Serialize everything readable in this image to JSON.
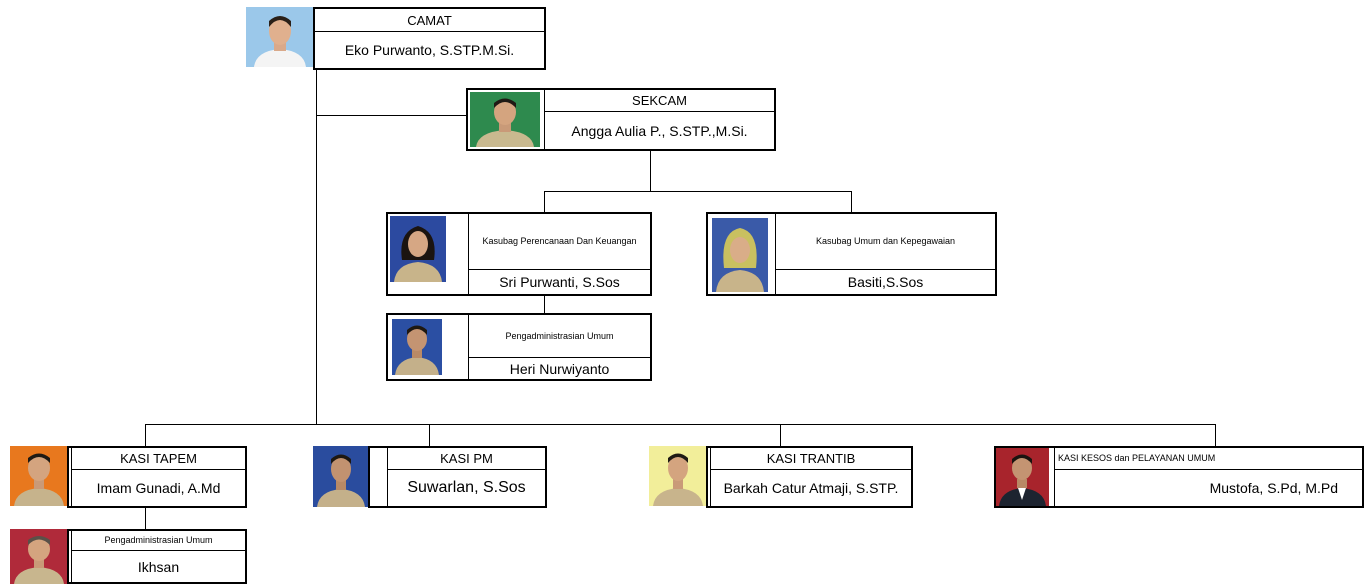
{
  "colors": {
    "line": "#000000",
    "box_border": "#000000",
    "background": "#ffffff"
  },
  "nodes": {
    "camat": {
      "title": "CAMAT",
      "name": "Eko Purwanto, S.STP.M.Si.",
      "photo": "photo-icon"
    },
    "sekcam": {
      "title": "SEKCAM",
      "name": "Angga Aulia P., S.STP.,M.Si.",
      "photo": "photo-icon"
    },
    "kasubag_keuangan": {
      "title": "Kasubag Perencanaan Dan Keuangan",
      "name": "Sri Purwanti, S.Sos",
      "photo": "photo-icon"
    },
    "kasubag_umum": {
      "title": "Kasubag Umum dan Kepegawaian",
      "name": "Basiti,S.Sos",
      "photo": "photo-icon"
    },
    "pengadministrasian_sekcam": {
      "title": "Pengadministrasian Umum",
      "name": "Heri Nurwiyanto",
      "photo": "photo-icon"
    },
    "kasi_tapem": {
      "title": "KASI TAPEM",
      "name": "Imam Gunadi, A.Md",
      "photo": "photo-icon"
    },
    "kasi_pm": {
      "title": "KASI PM",
      "name": "Suwarlan, S.Sos",
      "photo": "photo-icon"
    },
    "kasi_trantib": {
      "title": "KASI TRANTIB",
      "name": "Barkah Catur Atmaji, S.STP.",
      "photo": "photo-icon"
    },
    "kasi_kesos": {
      "title": "KASI KESOS dan PELAYANAN UMUM",
      "name": "Mustofa, S.Pd, M.Pd",
      "photo": "photo-icon"
    },
    "pengadministrasian_tapem": {
      "title": "Pengadministrasian Umum",
      "name": "Ikhsan",
      "photo": "photo-icon"
    }
  }
}
